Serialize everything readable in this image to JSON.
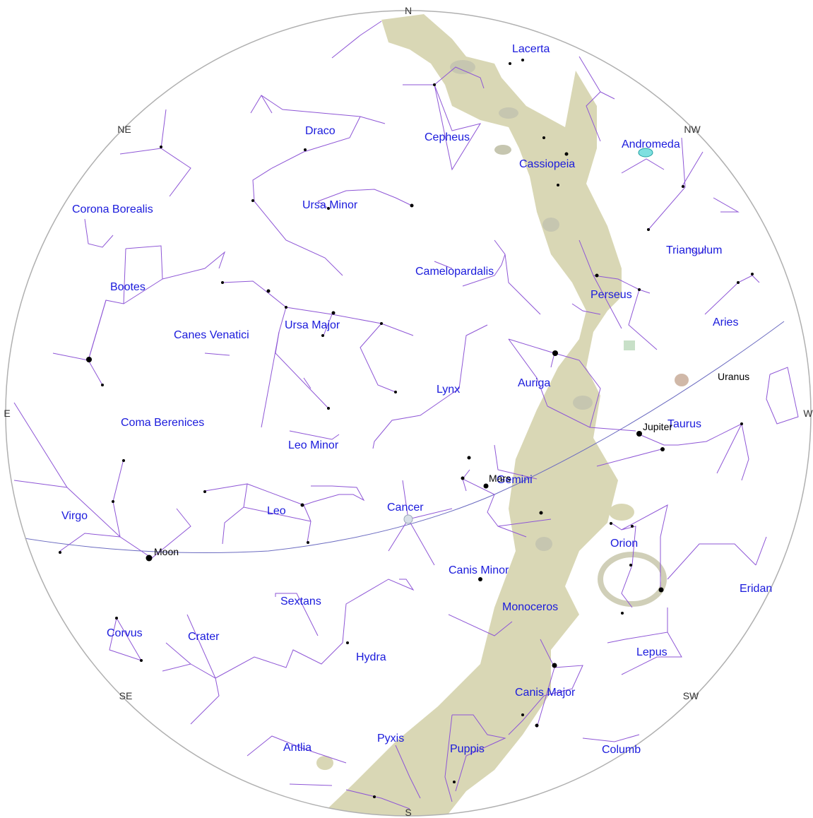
{
  "directions": [
    "N",
    "NE",
    "E",
    "SE",
    "S",
    "SW",
    "W",
    "NW"
  ],
  "constellations": [
    "Lacerta",
    "Draco",
    "Cepheus",
    "Andromeda",
    "Cassiopeia",
    "Corona Borealis",
    "Ursa Minor",
    "Triangulum",
    "Camelopardalis",
    "Bootes",
    "Perseus",
    "Aries",
    "Canes Venatici",
    "Ursa Major",
    "Lynx",
    "Auriga",
    "Coma Berenices",
    "Taurus",
    "Leo Minor",
    "Gemini",
    "Virgo",
    "Leo",
    "Cancer",
    "Orion",
    "Canis Minor",
    "Eridan",
    "Sextans",
    "Monoceros",
    "Corvus",
    "Crater",
    "Lepus",
    "Hydra",
    "Canis Major",
    "Antlia",
    "Pyxis",
    "Puppis",
    "Columb"
  ],
  "planets": [
    "Uranus",
    "Jupiter",
    "Mars",
    "Moon"
  ],
  "colors": {
    "milky_way": "#d9d7b5",
    "constellation_line": "#8e56d6",
    "label": "#1a1adc",
    "horizon": "#b0b0b0",
    "ecliptic": "#6a6ac0"
  }
}
